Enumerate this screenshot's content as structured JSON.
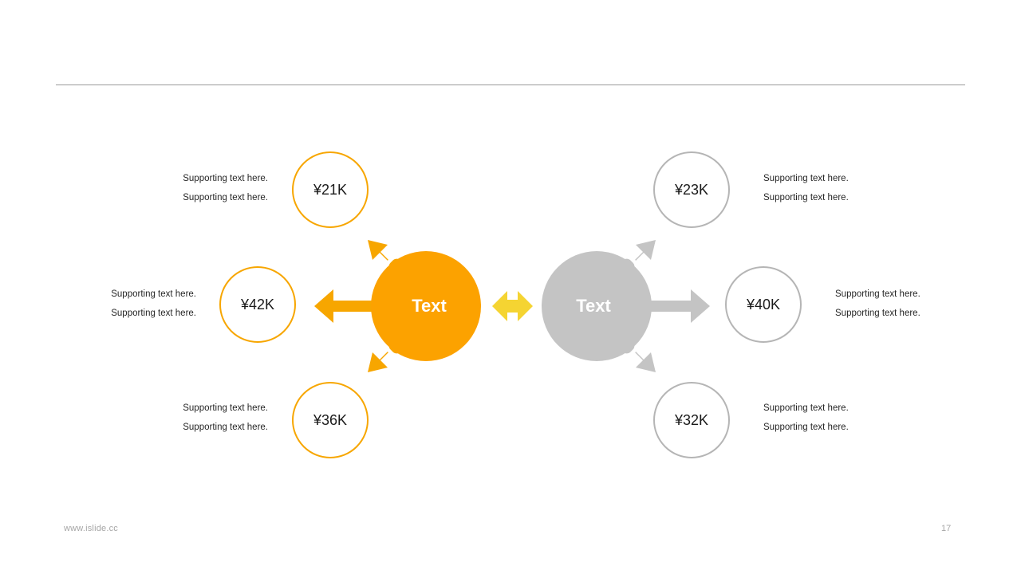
{
  "slide": {
    "page_number": "17",
    "footer_url": "www.islide.cc",
    "divider_color": "#9a9a9a"
  },
  "palette": {
    "orange": "#FCA200",
    "orange_outline": "#F7A600",
    "yellow": "#F5D432",
    "gray": "#C4C4C4",
    "gray_outline": "#B5B5B5",
    "text_dark": "#262626",
    "footer_gray": "#a6a6a6"
  },
  "hubs": {
    "left": {
      "label": "Text",
      "color": "#FCA200"
    },
    "right": {
      "label": "Text",
      "color": "#C4C4C4"
    }
  },
  "center_connector": {
    "icon": "double-arrow-horizontal-icon",
    "color": "#F5D432"
  },
  "nodes": [
    {
      "id": "top-left",
      "value": "¥21K",
      "accent": "#F7A600",
      "side": "left",
      "lines": [
        "Supporting  text here.",
        "Supporting  text here."
      ],
      "arrow": "diagonal-up-left-arrow-icon"
    },
    {
      "id": "middle-left",
      "value": "¥42K",
      "accent": "#F7A600",
      "side": "left",
      "lines": [
        "Supporting  text here.",
        "Supporting  text here."
      ],
      "arrow": "left-arrow-icon"
    },
    {
      "id": "bottom-left",
      "value": "¥36K",
      "accent": "#F7A600",
      "side": "left",
      "lines": [
        "Supporting  text here.",
        "Supporting  text here."
      ],
      "arrow": "diagonal-down-left-arrow-icon"
    },
    {
      "id": "top-right",
      "value": "¥23K",
      "accent": "#B5B5B5",
      "side": "right",
      "lines": [
        "Supporting  text here.",
        "Supporting  text here."
      ],
      "arrow": "diagonal-up-right-arrow-icon"
    },
    {
      "id": "middle-right",
      "value": "¥40K",
      "accent": "#B5B5B5",
      "side": "right",
      "lines": [
        "Supporting  text here.",
        "Supporting  text here."
      ],
      "arrow": "right-arrow-icon"
    },
    {
      "id": "bottom-right",
      "value": "¥32K",
      "accent": "#B5B5B5",
      "side": "right",
      "lines": [
        "Supporting  text here.",
        "Supporting  text here."
      ],
      "arrow": "diagonal-down-right-arrow-icon"
    }
  ]
}
